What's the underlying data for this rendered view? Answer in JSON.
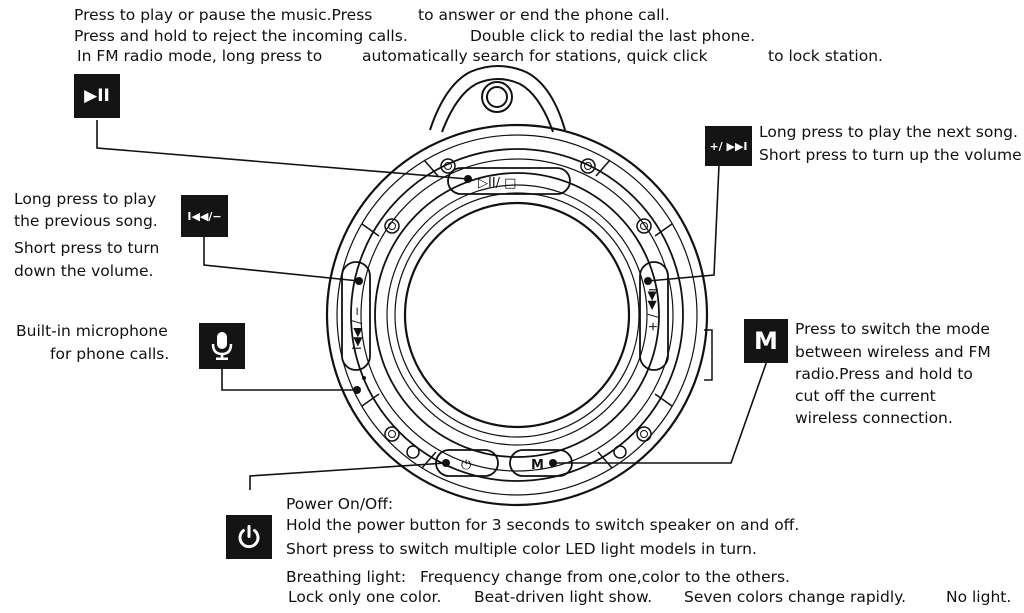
{
  "play_pause": {
    "icon": "play-pause-icon",
    "line1a": "Press to play or pause the music.Press",
    "line1b": "to answer or end the phone call.",
    "line2a": "Press and hold to reject the incoming calls.",
    "line2b": "Double click to redial the last phone.",
    "line3a": "In FM radio mode, long press to",
    "line3b": "automatically search for stations, quick click",
    "line3c": "to lock station.",
    "glyph": "▶II"
  },
  "next_volume_up": {
    "icon": "next-track-icon",
    "glyph": "+/ ▶▶I",
    "line1": "Long press to play the next song.",
    "line2": "Short press to turn up the volume"
  },
  "prev_volume_down": {
    "icon": "previous-track-icon",
    "glyph": "I◀◀/−",
    "line1": "Long press to play",
    "line2": "the previous song.",
    "line3": "Short press to turn",
    "line4": "down the volume."
  },
  "microphone": {
    "icon": "microphone-icon",
    "line1": "Built-in microphone",
    "line2": "for phone calls."
  },
  "mode": {
    "icon": "mode-icon",
    "glyph": "M",
    "line1": "Press to switch the mode",
    "line2": "between wireless and FM",
    "line3": "radio.Press and hold to",
    "line4": "cut off the current",
    "line5": "wireless connection."
  },
  "power": {
    "icon": "power-icon",
    "title": "Power On/Off:",
    "line1": "Hold the power button for 3 seconds to switch speaker on and off.",
    "line2": "Short press to switch multiple color LED light models in turn.",
    "light1a": "Breathing light:",
    "light1b": "Frequency change from one,color to the others.",
    "light2a": "Lock only one color.",
    "light2b": "Beat-driven light show.",
    "light2c": "Seven colors change rapidly.",
    "light2d": "No light."
  },
  "speaker_buttons": {
    "top": "▷II/ □",
    "left": "I◀◀ / −",
    "right": "I▶▶ / +",
    "power": "⏻",
    "mode": "M"
  }
}
